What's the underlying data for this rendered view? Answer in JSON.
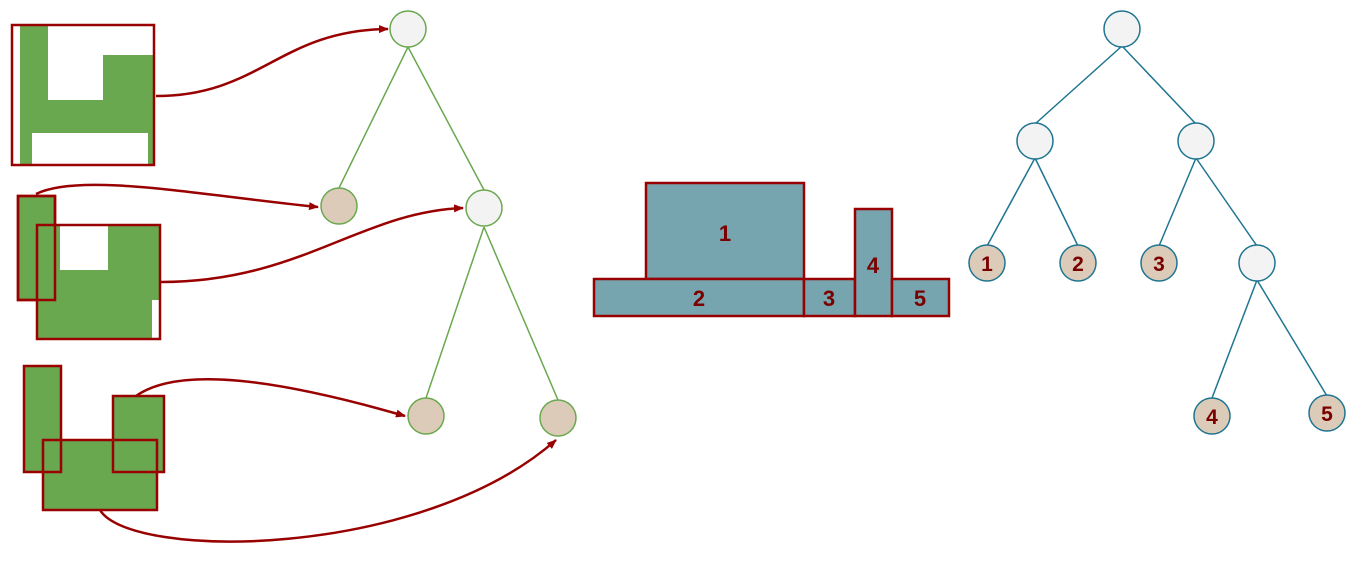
{
  "colors": {
    "green_fill": "#6aa84f",
    "green_line": "#6aa84f",
    "arrow": "#990000",
    "outline_red": "#990000",
    "node_blank_fill": "#f3f3f3",
    "node_leaf_fill": "#dccbb8",
    "teal_fill": "#76a5af",
    "teal_line": "#1f7591",
    "label_color": "#7a0000"
  },
  "center_rects": [
    {
      "id": "1",
      "label": "1"
    },
    {
      "id": "2",
      "label": "2"
    },
    {
      "id": "3",
      "label": "3"
    },
    {
      "id": "4",
      "label": "4"
    },
    {
      "id": "5",
      "label": "5"
    }
  ],
  "right_tree_leaves": [
    {
      "id": "1",
      "label": "1"
    },
    {
      "id": "2",
      "label": "2"
    },
    {
      "id": "3",
      "label": "3"
    },
    {
      "id": "4",
      "label": "4"
    },
    {
      "id": "5",
      "label": "5"
    }
  ]
}
